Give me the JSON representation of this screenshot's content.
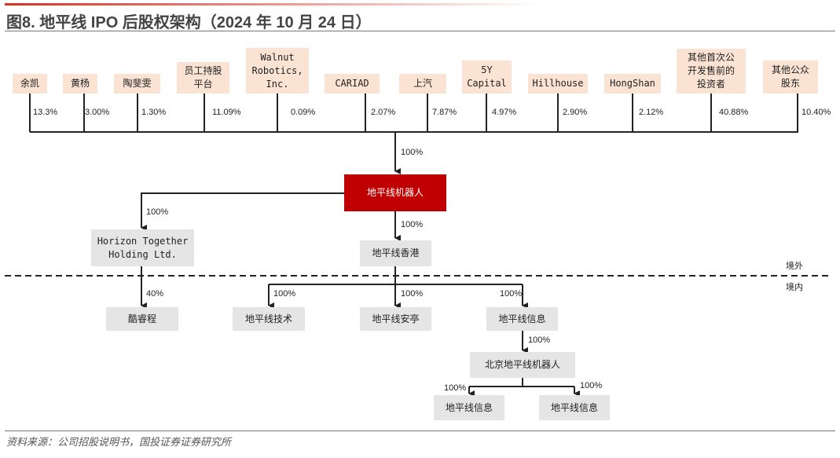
{
  "title": "图8. 地平线 IPO 后股权架构（2024 年 10 月 24 日）",
  "shareholders": [
    {
      "name": "余凯",
      "pct": "13.3%"
    },
    {
      "name": "黄杨",
      "pct": "3.00%"
    },
    {
      "name": "陶斐雯",
      "pct": "1.30%"
    },
    {
      "name": "员工持股\n平台",
      "pct": "11.09%"
    },
    {
      "name": "Walnut\nRobotics,\nInc.",
      "pct": "0.09%"
    },
    {
      "name": "CARIAD",
      "pct": "2.07%"
    },
    {
      "name": "上汽",
      "pct": "7.87%"
    },
    {
      "name": "5Y\nCapital",
      "pct": "4.97%"
    },
    {
      "name": "Hillhouse",
      "pct": "2.90%"
    },
    {
      "name": "HongShan",
      "pct": "2.12%"
    },
    {
      "name": "其他首次公\n开发售前的\n投资者",
      "pct": "40.88%"
    },
    {
      "name": "其他公众\n股东",
      "pct": "10.40%"
    }
  ],
  "parent": {
    "name": "地平线机器人",
    "pct_in": "100%"
  },
  "horizon_together": {
    "name": "Horizon Together\nHolding Ltd.",
    "pct": "100%"
  },
  "hk": {
    "name": "地平线香港",
    "pct": "100%"
  },
  "kuruicheng": {
    "name": "酷睿程",
    "pct": "40%"
  },
  "tech": {
    "name": "地平线技术",
    "pct": "100%"
  },
  "anting": {
    "name": "地平线安亭",
    "pct": "100%"
  },
  "info": {
    "name": "地平线信息",
    "pct": "100%"
  },
  "beijing": {
    "name": "北京地平线机器人",
    "pct": "100%"
  },
  "beijing_sub1": {
    "name": "地平线信息",
    "pct": "100%"
  },
  "beijing_sub2": {
    "name": "地平线信息",
    "pct": "100%"
  },
  "offshore": "境外",
  "onshore": "境内",
  "source": "资料来源：公司招股说明书，国投证券证券研究所",
  "colors": {
    "accent": "#c00000",
    "shareholder_bg": "#fbe3d3",
    "sub_bg": "#e5e5e5"
  }
}
